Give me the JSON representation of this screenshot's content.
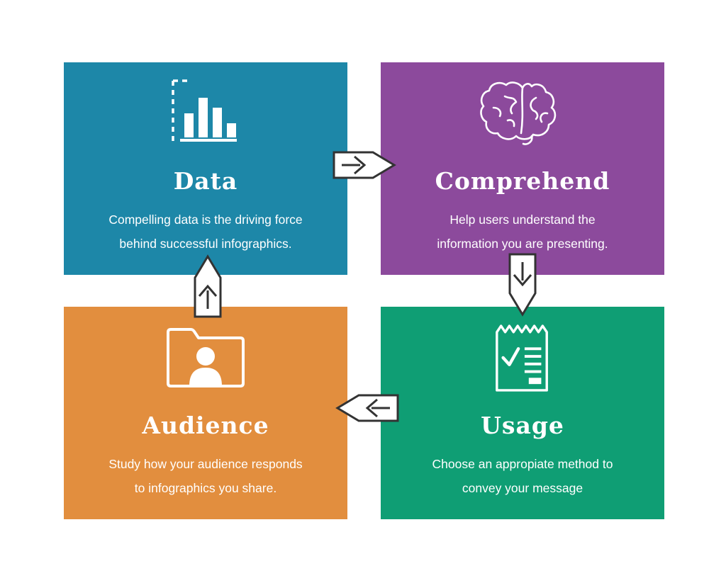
{
  "page": {
    "background": "#ffffff",
    "arrow_outline_color": "#333333",
    "arrow_fill_color": "#ffffff"
  },
  "diagram": {
    "steps": [
      {
        "id": "data",
        "title": "Data",
        "lines": [
          "Compelling data is the driving force",
          "behind successful infographics."
        ],
        "color": "#1d87a8",
        "icon": "bar-chart-icon"
      },
      {
        "id": "comprehend",
        "title": "Comprehend",
        "lines": [
          "Help users understand the",
          "information you are presenting."
        ],
        "color": "#8c4a9c",
        "icon": "brain-icon"
      },
      {
        "id": "audience",
        "title": "Audience",
        "lines": [
          "Study how your audience responds",
          "to infographics you share."
        ],
        "color": "#e28e3e",
        "icon": "folder-user-icon"
      },
      {
        "id": "usage",
        "title": "Usage",
        "lines": [
          "Choose an appropiate method to",
          "convey your message"
        ],
        "color": "#0f9e74",
        "icon": "receipt-checklist-icon"
      }
    ],
    "arrows": [
      {
        "from": "data",
        "to": "comprehend",
        "direction": "right"
      },
      {
        "from": "comprehend",
        "to": "usage",
        "direction": "down"
      },
      {
        "from": "usage",
        "to": "audience",
        "direction": "left"
      },
      {
        "from": "audience",
        "to": "data",
        "direction": "up"
      }
    ]
  }
}
